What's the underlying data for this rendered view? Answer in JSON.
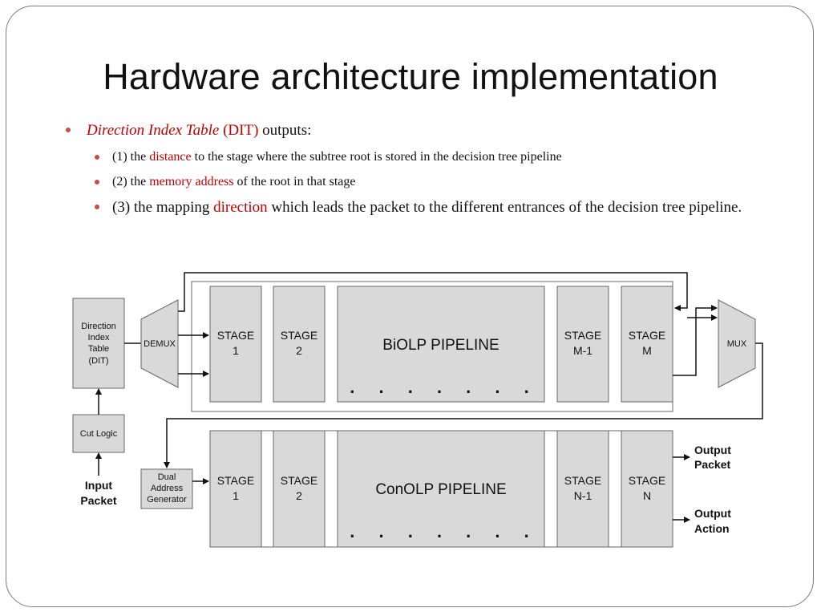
{
  "title": "Hardware architecture implementation",
  "bullets": {
    "main": {
      "term": "Direction Index Table",
      "abbr": "(DIT)",
      "rest": "outputs:"
    },
    "items": [
      {
        "prefix": "(1) the",
        "highlight": "distance",
        "rest": "to the stage where the subtree root is stored in the decision tree pipeline"
      },
      {
        "prefix": "(2) the",
        "highlight": "memory address",
        "rest": "of the root in that stage"
      },
      {
        "prefix": "(3) the mapping",
        "highlight": "direction",
        "rest": "which leads the packet to the different entrances of the decision tree pipeline."
      }
    ]
  },
  "diagram": {
    "dit": [
      "Direction",
      "Index",
      "Table",
      "(DIT)"
    ],
    "cut_logic": "Cut Logic",
    "input": [
      "Input",
      "Packet"
    ],
    "demux": "DEMUX",
    "mux": "MUX",
    "dual_address": [
      "Dual",
      "Address",
      "Generator"
    ],
    "biolp": {
      "label": "BiOLP PIPELINE",
      "stages": [
        [
          "STAGE",
          "1"
        ],
        [
          "STAGE",
          "2"
        ],
        [
          "STAGE",
          "M-1"
        ],
        [
          "STAGE",
          "M"
        ]
      ]
    },
    "conolp": {
      "label": "ConOLP PIPELINE",
      "stages": [
        [
          "STAGE",
          "1"
        ],
        [
          "STAGE",
          "2"
        ],
        [
          "STAGE",
          "N-1"
        ],
        [
          "STAGE",
          "N"
        ]
      ]
    },
    "dots": ". . . . . . .",
    "output_packet": [
      "Output",
      "Packet"
    ],
    "output_action": [
      "Output",
      "Action"
    ]
  },
  "colors": {
    "bullet": "#c0504d",
    "highlight": "#c00000",
    "block_fill": "#d9d9d9",
    "block_stroke": "#555555"
  }
}
